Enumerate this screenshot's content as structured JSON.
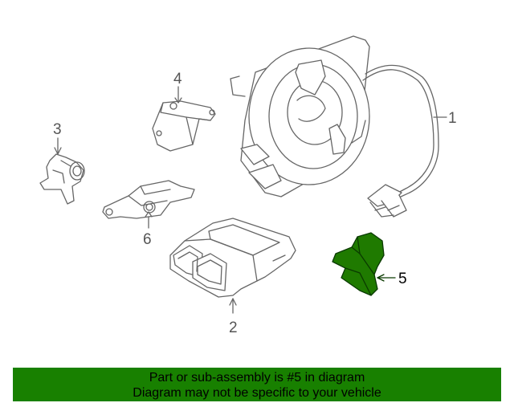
{
  "callouts": {
    "c1": "1",
    "c2": "2",
    "c3": "3",
    "c4": "4",
    "c5": "5",
    "c6": "6"
  },
  "highlighted_part": "5",
  "colors": {
    "highlight_fill": "#1f7a00",
    "banner_bg": "#188000",
    "line": "#666666"
  },
  "banner": {
    "line1": "Part or sub-assembly is #5 in diagram",
    "line2": "Diagram may not be specific to your vehicle"
  }
}
